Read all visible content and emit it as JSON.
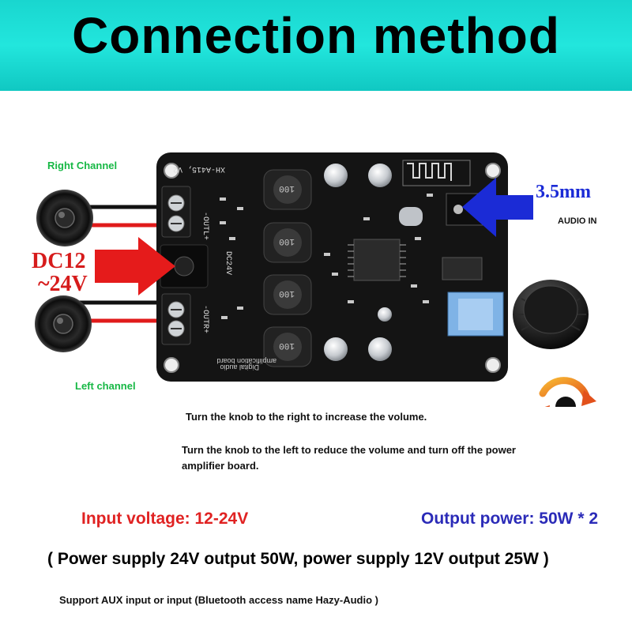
{
  "banner": {
    "title": "Connection method"
  },
  "labels": {
    "right_channel": "Right Channel",
    "left_channel": "Left channel",
    "dc_line1": "DC12",
    "dc_line2": "~24V",
    "audio_size": "3.5mm",
    "audio_in": "AUDIO IN"
  },
  "board": {
    "model": "XH-A415, V2",
    "title_line1": "Digital audio",
    "title_line2": "amplification board",
    "dc_marking": "DC24V",
    "out_left": "-OUTL+",
    "out_right": "-OUTR+",
    "inductor_label": "100"
  },
  "instructions": {
    "knob_right": "Turn the knob to the right to increase the volume.",
    "knob_left": "Turn the knob to the left to reduce the volume and turn off the power amplifier board."
  },
  "specs": {
    "input_voltage": "Input voltage: 12-24V",
    "output_power": "Output power: 50W * 2",
    "power_note": "( Power supply 24V output 50W, power supply 12V output 25W )",
    "support": "Support AUX input or input (Bluetooth access name Hazy-Audio )"
  },
  "colors": {
    "banner": "#19d6cf",
    "green": "#17b845",
    "red": "#e02222",
    "blue": "#2b2bb8",
    "arrow_red": "#e51b1b",
    "arrow_blue": "#1b2bd6"
  },
  "icons": [
    "speaker-icon",
    "red-arrow-icon",
    "blue-arrow-icon",
    "rotate-knob-icon"
  ]
}
